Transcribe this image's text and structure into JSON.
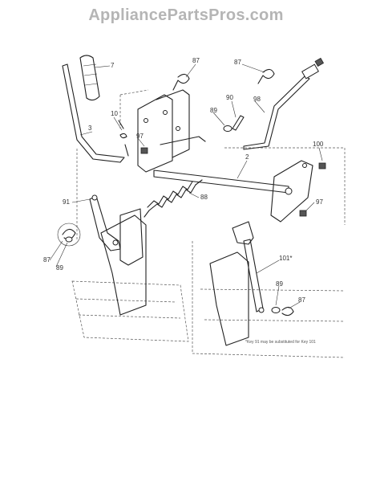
{
  "watermark": "AppliancePartsPros.com",
  "callouts": {
    "c7": "7",
    "c87a": "87",
    "c87b": "87",
    "c90": "90",
    "c98": "98",
    "c10": "10",
    "c89a": "89",
    "c3": "3",
    "c97a": "97",
    "c2": "2",
    "c100": "100",
    "c88": "88",
    "c97b": "97",
    "c91": "91",
    "c87c": "87",
    "c89b": "89",
    "c101": "101*",
    "c89c": "89",
    "c87d": "87"
  },
  "footnote": "*Key 91 may be substituted for Key 101"
}
